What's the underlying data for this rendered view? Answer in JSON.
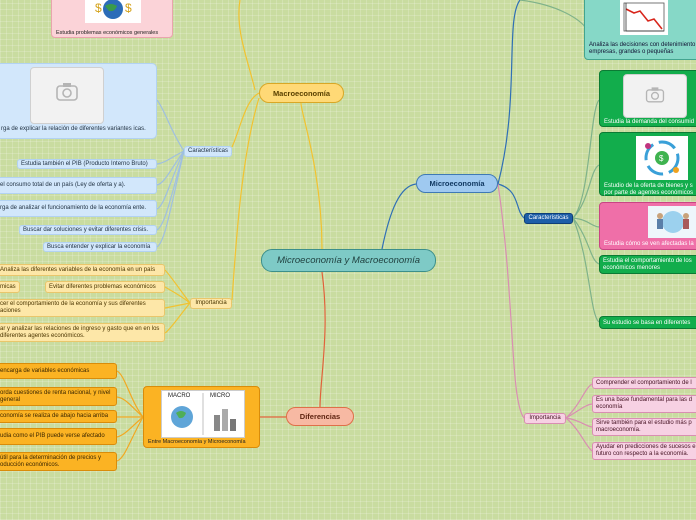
{
  "center": "Microeconomía y Macroeconomía",
  "macro": {
    "title": "Macroeconomía",
    "top_caption": "Estudia problemas económicos generales",
    "caracteristicas": {
      "label": "Características",
      "items": [
        "rga de explicar la relación de diferentes variantes icas.",
        "Estudia también el PIB (Producto Interno Bruto)",
        "el consumo total de un país (Ley de oferta y a).",
        "rga de analizar el funcionamiento de la economía ente.",
        "Buscar dar soluciones y evitar diferentes crisis.",
        "Busca entender y explicar la economía"
      ]
    },
    "importancia": {
      "label": "Importancia",
      "items": [
        "Analiza las diferentes variables de la economía en un país",
        "micas",
        "Evitar diferentes problemas económicos",
        "cer el comportamiento de la economía y sus diferentes aciones",
        "ar y analizar las relaciones de ingreso y gasto que en en los diferentes agentes económicos."
      ]
    }
  },
  "micro": {
    "title": "Microeconomía",
    "top_caption": "Analiza las decisiones con detenimiento empresas, grandes o pequeñas",
    "caracteristicas": {
      "label": "Características",
      "items": [
        "Estudia la demanda del consumid",
        "Estudio de la oferta de bienes y s por parte de agentes económicos",
        "Estudia cómo se ven afectadas la",
        "Estudia el comportamiento de los económicos menores",
        "Su estudio se basa en diferentes"
      ]
    },
    "importancia": {
      "label": "Importancia",
      "items": [
        "Comprender el comportamiento de l",
        "Es una base fundamental para las d economía",
        "Sirve también para el estudio más p macroeconomía.",
        "Ayudar en predicciones de sucesos e futuro con respecto a la economía."
      ]
    }
  },
  "diferencias": {
    "title": "Diferencias",
    "image_caption": "Entre Macroeconomía y Microeconomía",
    "image_labels": [
      "MACRO",
      "MICRO"
    ],
    "items": [
      "encarga de variables económicas",
      "orda cuestiones de renta nacional, y nivel general",
      "conomía se realiza de abajo hacia arriba",
      "udia como el PIB puede verse afectado",
      "útil para la determinación de precios y oducción económicos."
    ]
  },
  "colors": {
    "macro_branch": "#f2c230",
    "micro_branch": "#2f6fb5",
    "diferencias_branch": "#e0623a",
    "macro_importancia": "#f2c230",
    "micro_importancia": "#d98eb2"
  }
}
